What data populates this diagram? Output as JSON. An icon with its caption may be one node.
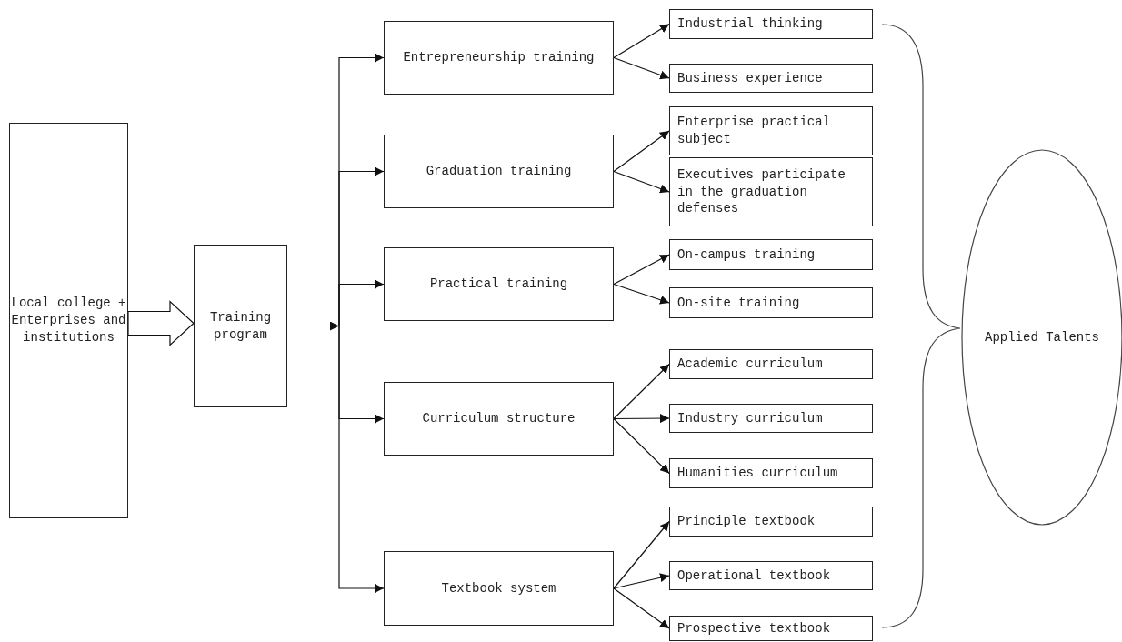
{
  "diagram": {
    "nodes": [
      {
        "text": [
          "Local college + Enterprises and institutions"
        ]
      },
      {
        "text": [
          "Training program"
        ]
      },
      {
        "text": [
          "Entrepreneurship training"
        ]
      },
      {
        "text": [
          "Graduation training"
        ]
      },
      {
        "text": [
          "Practical training"
        ]
      },
      {
        "text": [
          "Curriculum structure"
        ]
      },
      {
        "text": [
          "Textbook system"
        ]
      },
      {
        "text": [
          "Industrial thinking"
        ]
      },
      {
        "text": [
          "Business experience"
        ]
      },
      {
        "text": [
          "Enterprise practical subject"
        ]
      },
      {
        "text": [
          "Executives participate in the graduation defenses"
        ]
      },
      {
        "text": [
          "On-campus training"
        ]
      },
      {
        "text": [
          "On-site training"
        ]
      },
      {
        "text": [
          "Academic curriculum"
        ]
      },
      {
        "text": [
          "Industry curriculum"
        ]
      },
      {
        "text": [
          "Humanities curriculum"
        ]
      },
      {
        "text": [
          "Principle textbook"
        ]
      },
      {
        "text": [
          "Operational textbook"
        ]
      },
      {
        "text": [
          "Prospective textbook"
        ]
      },
      {
        "text": [
          "Applied Talents"
        ]
      }
    ],
    "edges": [
      {
        "from": 0,
        "to": 1,
        "arrow": "to",
        "style": "thick"
      },
      {
        "from": 1,
        "to": 2,
        "arrow": "to"
      },
      {
        "from": 1,
        "to": 3,
        "arrow": "to"
      },
      {
        "from": 1,
        "to": 4,
        "arrow": "to"
      },
      {
        "from": 1,
        "to": 5,
        "arrow": "to"
      },
      {
        "from": 1,
        "to": 6,
        "arrow": "to"
      },
      {
        "from": 2,
        "to": 7,
        "arrow": "to"
      },
      {
        "from": 2,
        "to": 8,
        "arrow": "to"
      },
      {
        "from": 3,
        "to": 9,
        "arrow": "to"
      },
      {
        "from": 3,
        "to": 10,
        "arrow": "to"
      },
      {
        "from": 4,
        "to": 11,
        "arrow": "to"
      },
      {
        "from": 4,
        "to": 12,
        "arrow": "to"
      },
      {
        "from": 5,
        "to": 13,
        "arrow": "to"
      },
      {
        "from": 5,
        "to": 14,
        "arrow": "to"
      },
      {
        "from": 5,
        "to": 15,
        "arrow": "to"
      },
      {
        "from": 6,
        "to": 16,
        "arrow": "to"
      },
      {
        "from": 6,
        "to": 17,
        "arrow": "to"
      },
      {
        "from": 6,
        "to": 18,
        "arrow": "to"
      }
    ]
  }
}
